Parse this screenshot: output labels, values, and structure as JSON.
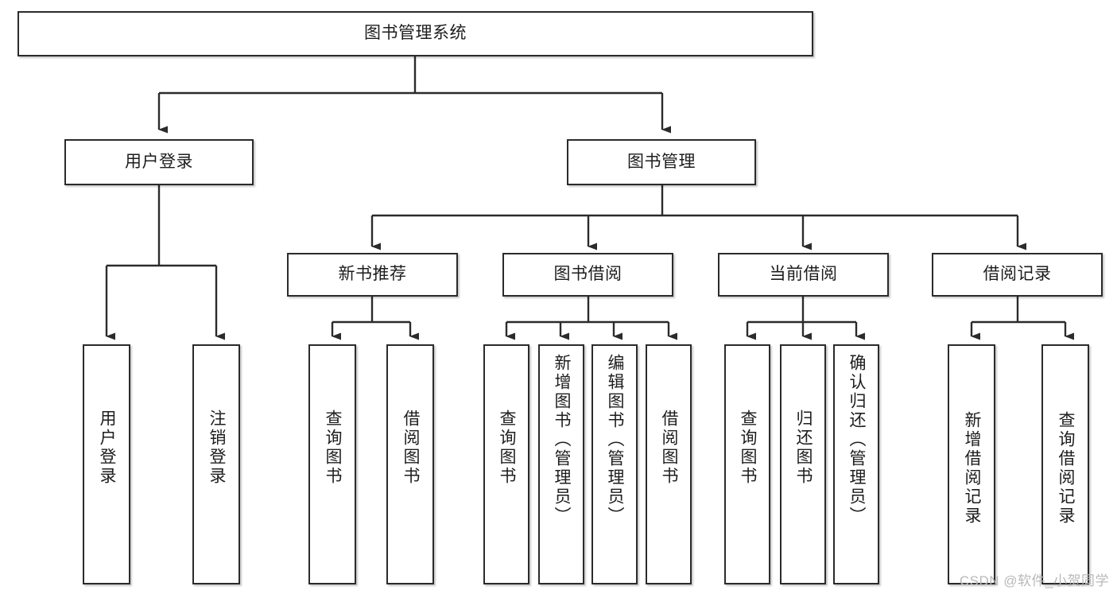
{
  "diagram": {
    "title": "图书管理系统",
    "type": "tree",
    "watermark": "CSDN @软件_小贺同学",
    "colors": {
      "stroke": "#2b2b2b",
      "fill": "#ffffff",
      "text": "#1d1d1d",
      "watermark": "#b9b9b9"
    },
    "root": {
      "label": "图书管理系统"
    },
    "level1": [
      {
        "label": "用户登录"
      },
      {
        "label": "图书管理"
      }
    ],
    "level2": [
      {
        "label": "新书推荐"
      },
      {
        "label": "图书借阅"
      },
      {
        "label": "当前借阅"
      },
      {
        "label": "借阅记录"
      }
    ],
    "leaves": {
      "user_login": [
        {
          "label": "用户登录"
        },
        {
          "label": "注销登录"
        }
      ],
      "new_book": [
        {
          "label": "查询图书"
        },
        {
          "label": "借阅图书"
        }
      ],
      "book_borrow": [
        {
          "label": "查询图书"
        },
        {
          "label": "新增图书（管理员）"
        },
        {
          "label": "编辑图书（管理员）"
        },
        {
          "label": "借阅图书"
        }
      ],
      "current_borrow": [
        {
          "label": "查询图书"
        },
        {
          "label": "归还图书"
        },
        {
          "label": "确认归还（管理员）"
        }
      ],
      "borrow_record": [
        {
          "label": "新增借阅记录"
        },
        {
          "label": "查询借阅记录"
        }
      ]
    }
  }
}
